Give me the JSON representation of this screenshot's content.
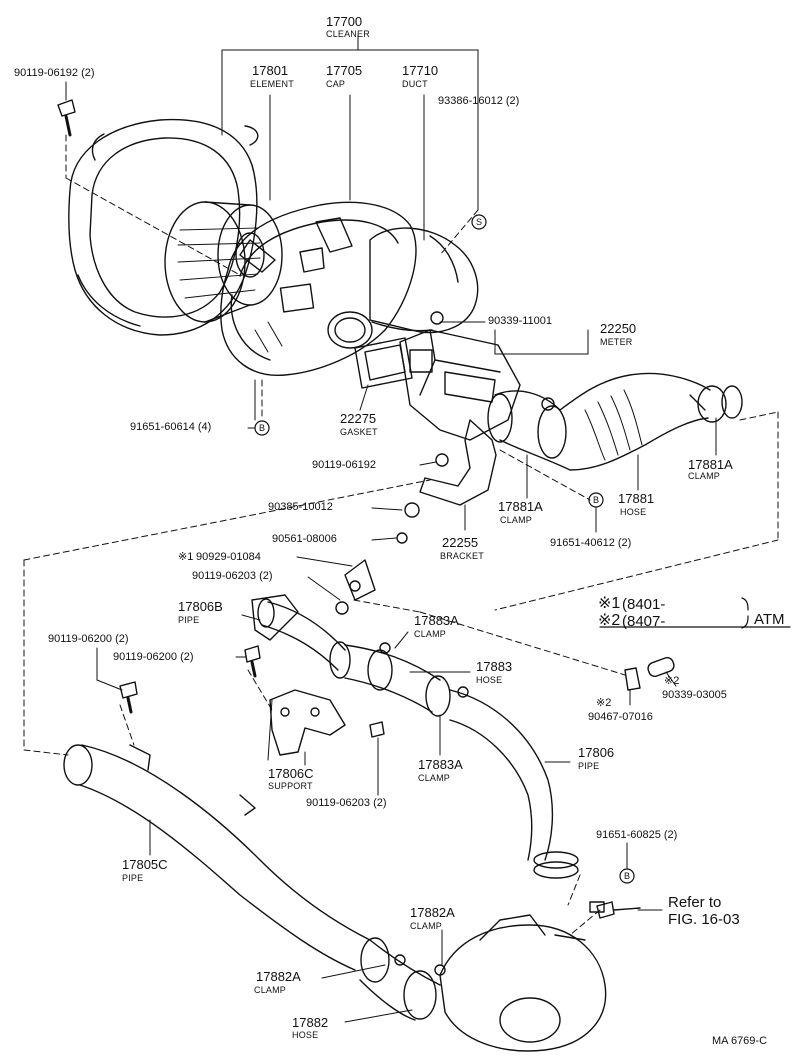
{
  "labels": {
    "cleaner_no": "17700",
    "cleaner_nm": "CLEANER",
    "element_no": "17801",
    "element_nm": "ELEMENT",
    "cap_no": "17705",
    "cap_nm": "CAP",
    "duct_no": "17710",
    "duct_nm": "DUCT",
    "bolt1": "90119-06192 (2)",
    "screw1": "93386-16012 (2)",
    "gasket_plug": "90339-11001",
    "meter_no": "22250",
    "meter_nm": "METER",
    "clip1": "91651-60614 (4)",
    "gasket_no": "22275",
    "gasket_nm": "GASKET",
    "bolt2": "90119-06192",
    "nut1": "90385-10012",
    "grommet": "90561-08006",
    "bracket_no": "22255",
    "bracket_nm": "BRACKET",
    "clamp_17881a_mid_no": "17881A",
    "clamp_17881a_mid_nm": "CLAMP",
    "hose_17881_no": "17881",
    "hose_17881_nm": "HOSE",
    "clamp_17881a_r_no": "17881A",
    "clamp_17881a_r_nm": "CLAMP",
    "clip2": "91651-40612 (2)",
    "note1_part": "90929-01084",
    "bolt3": "90119-06203 (2)",
    "pipe_17806b_no": "17806B",
    "pipe_17806b_nm": "PIPE",
    "clamp_17883a_t_no": "17883A",
    "clamp_17883a_t_nm": "CLAMP",
    "hose_17883_no": "17883",
    "hose_17883_nm": "HOSE",
    "bolt4": "90119-06200 (2)",
    "bolt5": "90119-06200 (2)",
    "support_no": "17806C",
    "support_nm": "SUPPORT",
    "bolt6": "90119-06203 (2)",
    "clamp_17883a_b_no": "17883A",
    "clamp_17883a_b_nm": "CLAMP",
    "pipe_17806_no": "17806",
    "pipe_17806_nm": "PIPE",
    "note2_clip": "90467-07016",
    "note2_plug": "90339-03005",
    "mark2a": "※2",
    "mark2b": "※2",
    "clip3": "91651-60825 (2)",
    "refer_line1": "Refer to",
    "refer_line2": "FIG. 16-03",
    "pipe_17805c_no": "17805C",
    "pipe_17805c_nm": "PIPE",
    "clamp_17882a_r_no": "17882A",
    "clamp_17882a_r_nm": "CLAMP",
    "clamp_17882a_l_no": "17882A",
    "clamp_17882a_l_nm": "CLAMP",
    "hose_17882_no": "17882",
    "hose_17882_nm": "HOSE",
    "figure_code": "MA 6769-C",
    "callout_s": "S",
    "callout_b1": "B",
    "callout_b2": "B",
    "callout_b3": "B",
    "note1_mark": "※1",
    "legend": {
      "row1_mark": "※1",
      "row1_text": "(8401-",
      "row2_mark": "※2",
      "row2_text": "(8407-",
      "atm": "ATM"
    }
  }
}
